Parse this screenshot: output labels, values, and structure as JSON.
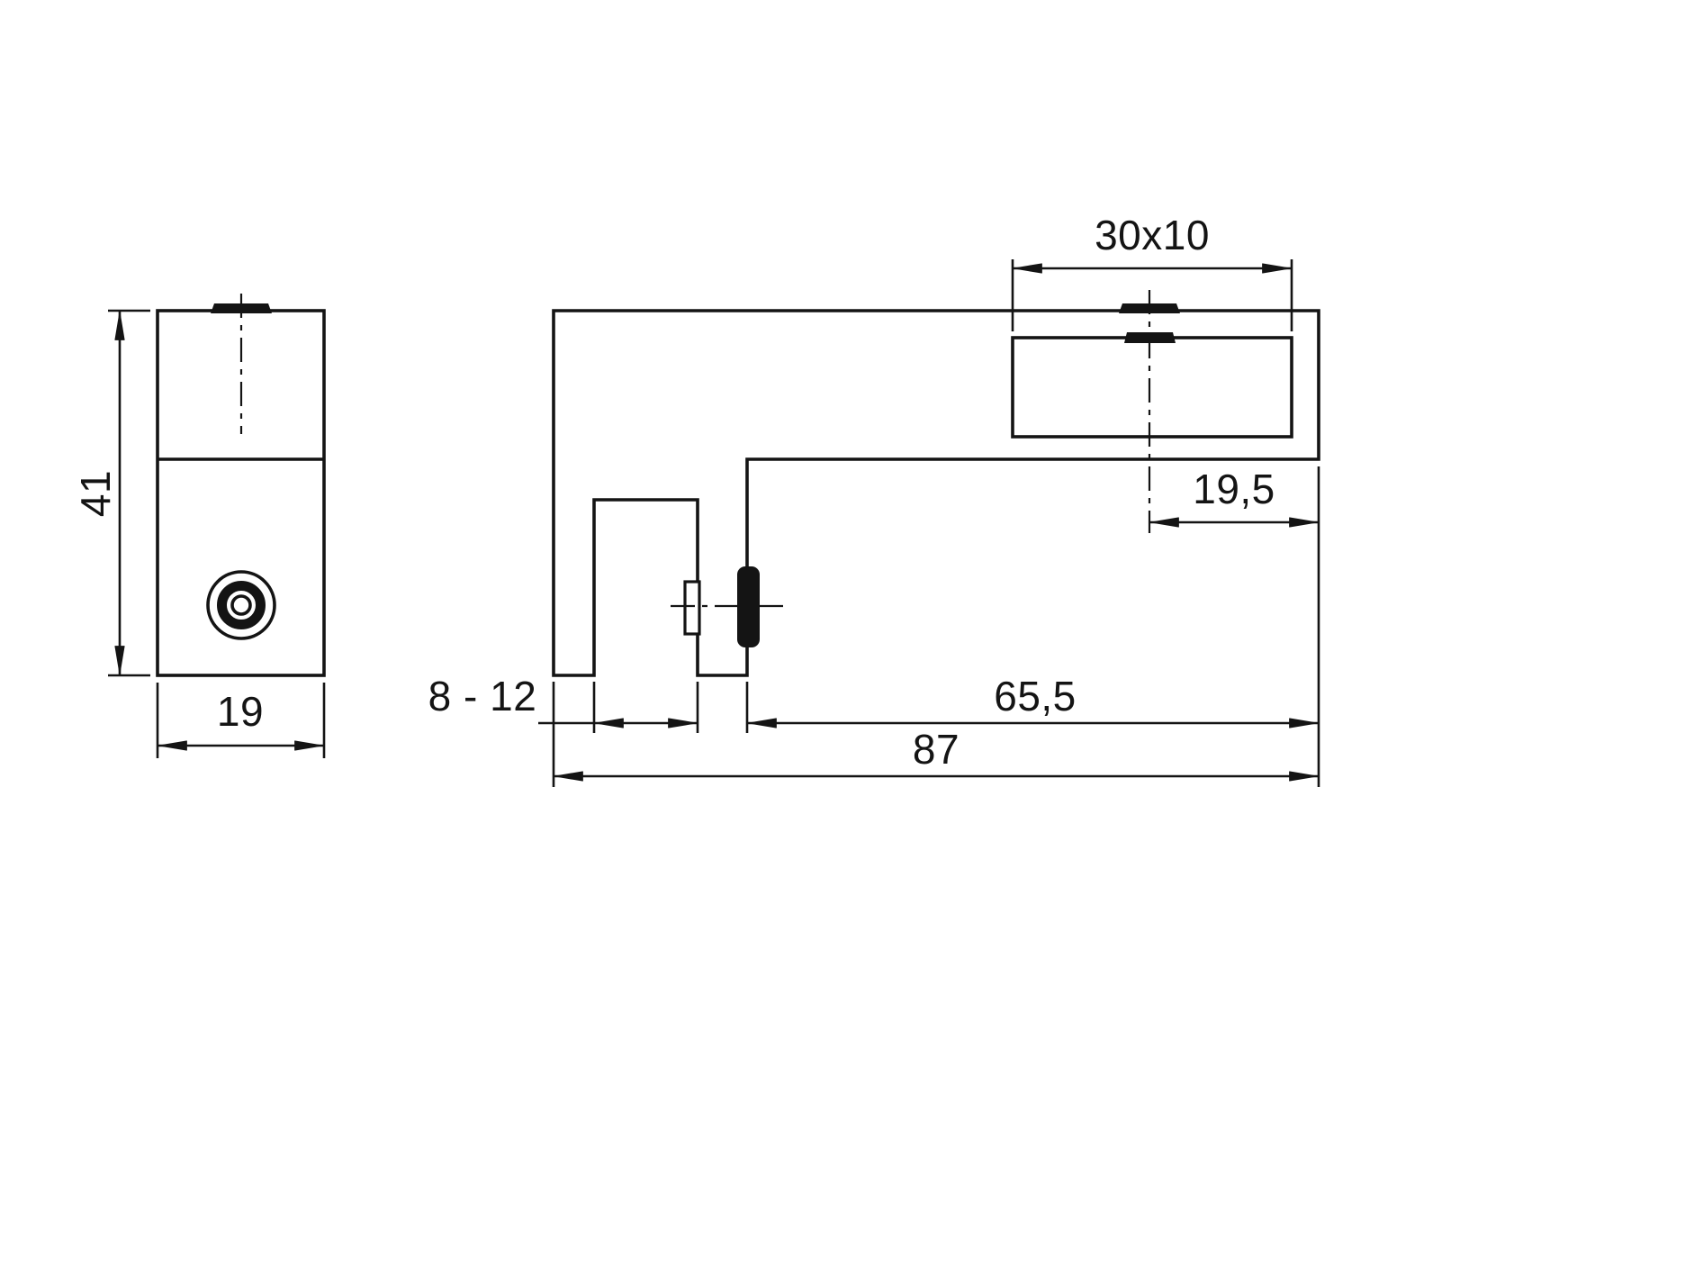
{
  "canvas": {
    "background": "#ffffff",
    "ink": "#141414"
  },
  "drawing": {
    "views": {
      "side": {
        "dims": {
          "height": "41",
          "width": "19"
        }
      },
      "front": {
        "dims": {
          "slot": "30x10",
          "slot_offset": "19,5",
          "clamp_gap": "8 - 12",
          "arm_length": "65,5",
          "overall_length": "87"
        }
      }
    }
  }
}
